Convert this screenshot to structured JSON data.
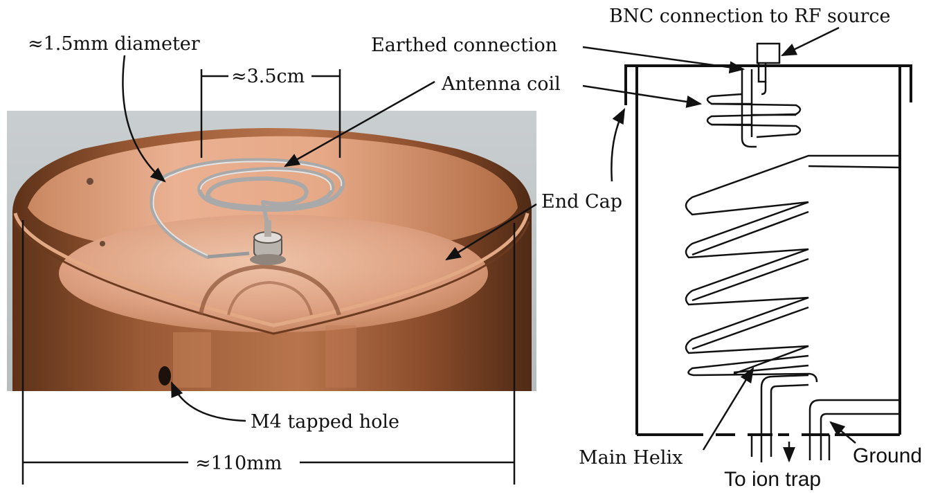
{
  "photo_labels": {
    "wire_diameter": "≈1.5mm diameter",
    "coil_width": "≈3.5cm",
    "antenna_coil": "Antenna coil",
    "end_cap": "End Cap",
    "tapped_hole": "M4 tapped hole",
    "cap_diameter": "≈110mm"
  },
  "schematic_labels": {
    "bnc": "BNC connection to RF source",
    "earthed": "Earthed connection",
    "main_helix": "Main Helix",
    "to_ion_trap": "To ion trap",
    "ground": "Ground"
  },
  "colors": {
    "copper_dark": "#7a4526",
    "copper_mid": "#b06d45",
    "copper_light": "#d99a72",
    "coil_silver": "#a8a8a8",
    "line": "#111111"
  }
}
